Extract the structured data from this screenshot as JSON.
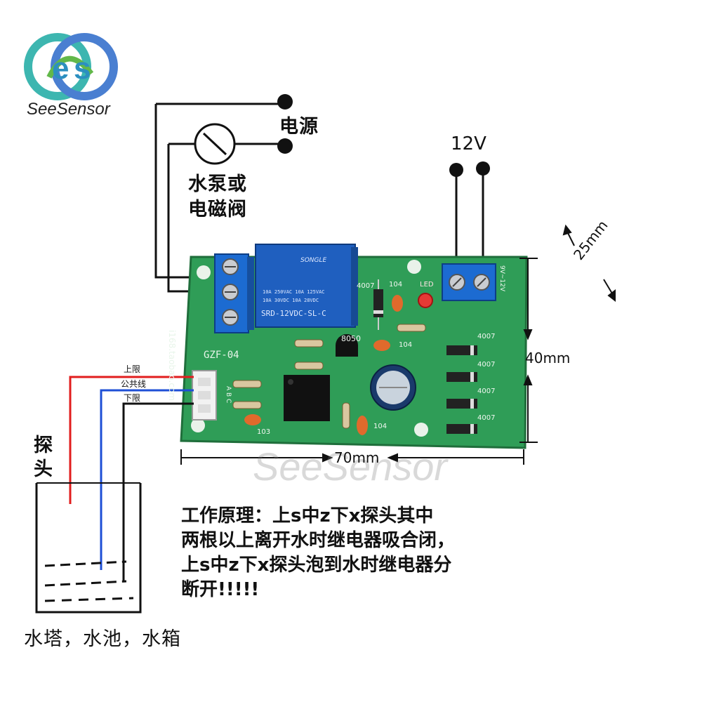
{
  "brand": {
    "name": "SeeSensor",
    "watermark": "SeeSensor",
    "colors": {
      "teal": "#3db6b0",
      "blue": "#4a7fd1",
      "green": "#62b84a"
    }
  },
  "labels": {
    "power": "电源",
    "pump_line1": "水泵或",
    "pump_line2": "电磁阀",
    "voltage": "12V",
    "probe": [
      "探",
      "头"
    ],
    "tank": "水塔，水池，水箱",
    "dim_width": "70mm",
    "dim_height": "40mm",
    "dim_depth": "25mm",
    "wire_upper": "上限",
    "wire_common": "公共线",
    "wire_lower": "下限"
  },
  "board": {
    "model": "GZF-04",
    "url": "i168.taobao.com",
    "relay_brand": "SONGLE",
    "relay_model": "SRD-12VDC-SL-C",
    "relay_rating_1": "10A 250VAC  10A 125VAC",
    "relay_rating_2": "10A 30VDC   10A 28VDC",
    "transistor": "8050",
    "cap_104": "104",
    "resistor_103": "103",
    "diode": "4007",
    "led": "LED",
    "input_label": "9V~12V",
    "connector_pins": "A B C",
    "colors": {
      "pcb": "#2f9d57",
      "relay": "#1f5fbf",
      "terminal": "#1c6bd1"
    }
  },
  "description": [
    "工作原理：上s中z下x探头其中",
    "两根以上离开水时继电器吸合闭，",
    "上s中z下x探头泡到水时继电器分",
    "断开!!!!!"
  ],
  "wire_colors": {
    "upper": "#e11d1d",
    "common": "#1e4fd6",
    "lower": "#111111"
  }
}
